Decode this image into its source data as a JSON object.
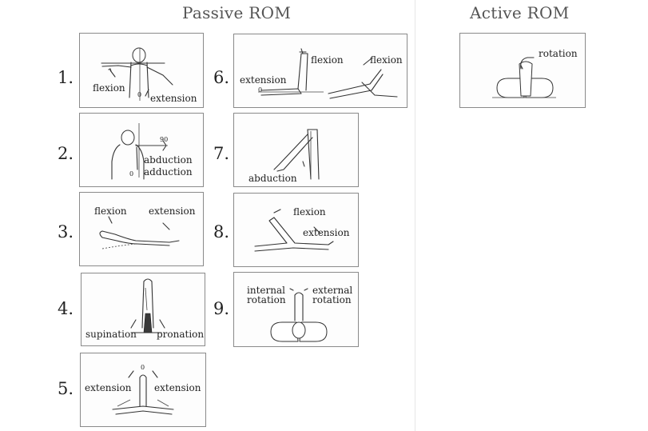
{
  "titles": {
    "passive": "Passive ROM",
    "active": "Active ROM"
  },
  "passive": [
    {
      "number": "1.",
      "labels": {
        "a": "flexion",
        "b": "extension",
        "zero": "0"
      }
    },
    {
      "number": "2.",
      "labels": {
        "a": "abduction",
        "b": "adduction",
        "ninety": "90",
        "zero": "0"
      }
    },
    {
      "number": "3.",
      "labels": {
        "a": "flexion",
        "b": "extension"
      }
    },
    {
      "number": "4.",
      "labels": {
        "a": "supination",
        "b": "pronation"
      }
    },
    {
      "number": "5.",
      "labels": {
        "a": "extension",
        "b": "extension",
        "zero": "0"
      }
    },
    {
      "number": "6.",
      "labels": {
        "a": "extension",
        "b": "flexion",
        "c": "flexion",
        "zero": "0"
      }
    },
    {
      "number": "7.",
      "labels": {
        "a": "abduction"
      }
    },
    {
      "number": "8.",
      "labels": {
        "a": "flexion",
        "b": "extension"
      }
    },
    {
      "number": "9.",
      "labels": {
        "a1": "internal",
        "a2": "rotation",
        "b1": "external",
        "b2": "rotation"
      }
    }
  ],
  "active": [
    {
      "labels": {
        "a": "rotation"
      }
    }
  ]
}
